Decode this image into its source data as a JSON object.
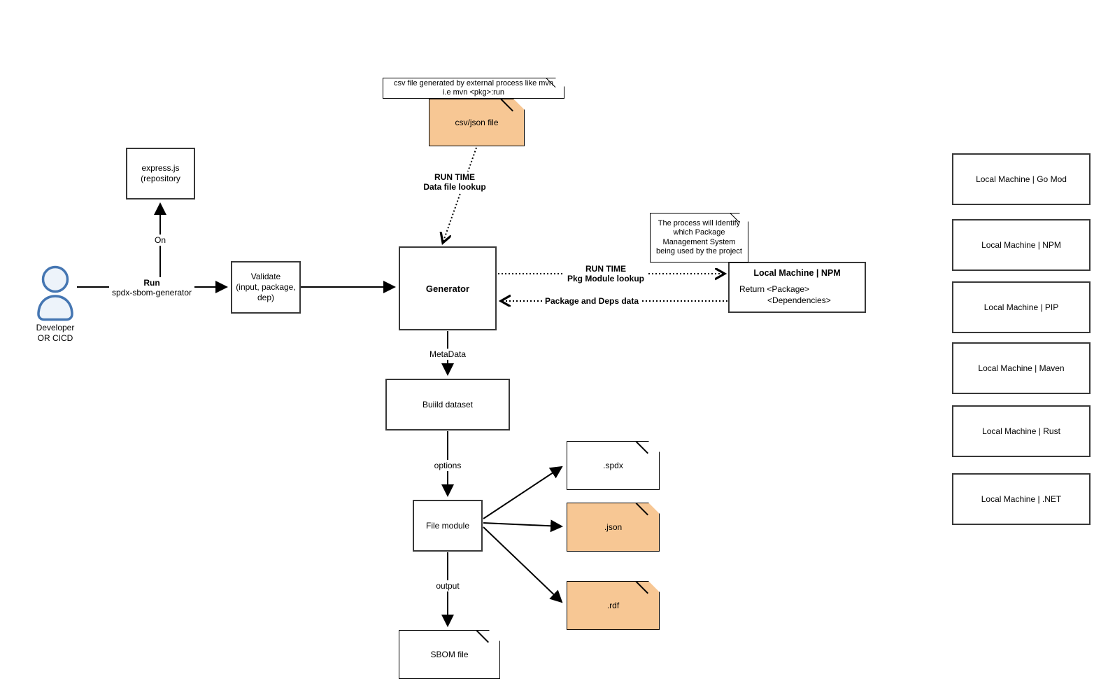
{
  "colors": {
    "doc_fill_orange": "#f7c794",
    "node_border": "#383838",
    "doc_border": "#000000",
    "edge_color": "#000000",
    "actor_stroke": "#4576b2",
    "actor_fill": "#edf3fa"
  },
  "actor": {
    "name_line1": "Developer",
    "name_line2": "OR CICD"
  },
  "notes": {
    "csv_note": {
      "line1": "csv file generated by external process like mvn",
      "line2": "i.e mvn <pkg>:run"
    },
    "pkg_note": {
      "line1": "The process will Identify",
      "line2": "which Package",
      "line3": "Management System",
      "line4": "being used by the project"
    }
  },
  "nodes": {
    "express": {
      "line1": "express.js",
      "line2": "(repository"
    },
    "validate": {
      "line1": "Validate",
      "line2": "(input, package,",
      "line3": "dep)"
    },
    "generator": {
      "label": "Generator"
    },
    "local_npm_main": {
      "title": "Local Machine | NPM",
      "body_line1": "Return <Package>",
      "body_line2": "<Dependencies>"
    },
    "build_dataset": {
      "label": "Buiild dataset"
    },
    "file_module": {
      "label": "File module"
    }
  },
  "docs": {
    "csv_json": {
      "label": "csv/json file"
    },
    "spdx": {
      "label": ".spdx"
    },
    "json": {
      "label": ".json"
    },
    "rdf": {
      "label": ".rdf"
    },
    "sbom": {
      "label": "SBOM file"
    }
  },
  "pkg_managers": [
    {
      "label": "Local Machine | Go Mod"
    },
    {
      "label": "Local Machine | NPM"
    },
    {
      "label": "Local Machine |  PIP"
    },
    {
      "label": "Local Machine | Maven"
    },
    {
      "label": "Local Machine | Rust"
    },
    {
      "label": "Local Machine | .NET"
    }
  ],
  "edge_labels": {
    "run": {
      "line1": "Run",
      "line2": "spdx-sbom-generator"
    },
    "on": "On",
    "runtime_data": {
      "line1": "RUN TIME",
      "line2": "Data file lookup"
    },
    "runtime_pkg": {
      "line1": "RUN TIME",
      "line2": "Pkg Module lookup"
    },
    "pkg_deps": "Package and Deps data",
    "metadata": "MetaData",
    "options": "options",
    "output": "output"
  }
}
